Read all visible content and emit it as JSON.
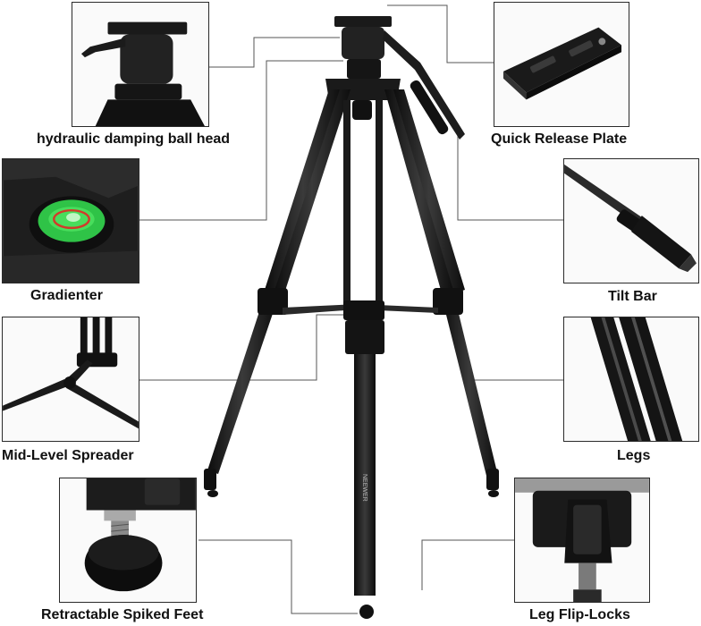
{
  "labels": {
    "ball_head": "hydraulic damping ball head",
    "quick_release": "Quick Release Plate",
    "gradienter": "Gradienter",
    "tilt_bar": "Tilt Bar",
    "spreader": "Mid-Level Spreader",
    "legs": "Legs",
    "feet": "Retractable Spiked Feet",
    "flip_locks": "Leg Flip-Locks"
  },
  "brand_mark": "NEEWER",
  "colors": {
    "metal": "#1c1c1c",
    "metal_highlight": "#5a5a5a",
    "bubble_green": "#35c94a",
    "bubble_ring": "#d23a2a",
    "frame": "#2a2a2a"
  }
}
